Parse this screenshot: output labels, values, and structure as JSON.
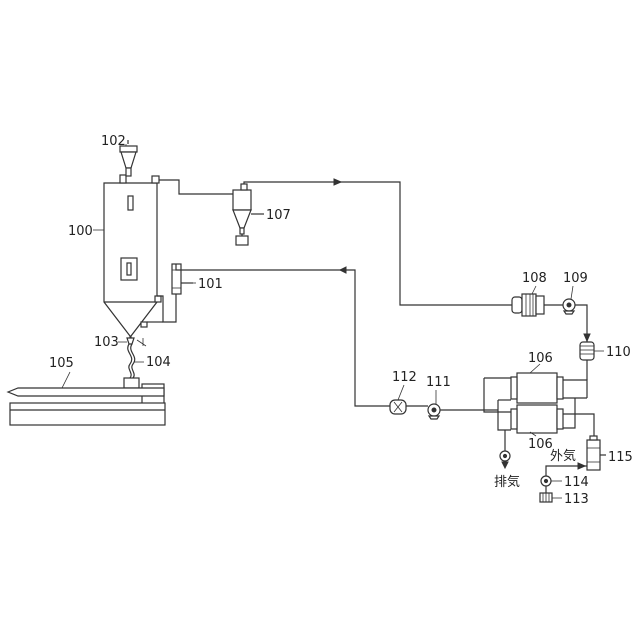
{
  "diagram": {
    "labels": {
      "l100": "100",
      "l101": "101",
      "l102": "102",
      "l103": "103",
      "l104": "104",
      "l105": "105",
      "l106a": "106",
      "l106b": "106",
      "l107": "107",
      "l108": "108",
      "l109": "109",
      "l110": "110",
      "l111": "111",
      "l112": "112",
      "l113": "113",
      "l114": "114",
      "l115": "115"
    },
    "annotations": {
      "exhaust": "排気",
      "outside_air": "外気"
    }
  }
}
